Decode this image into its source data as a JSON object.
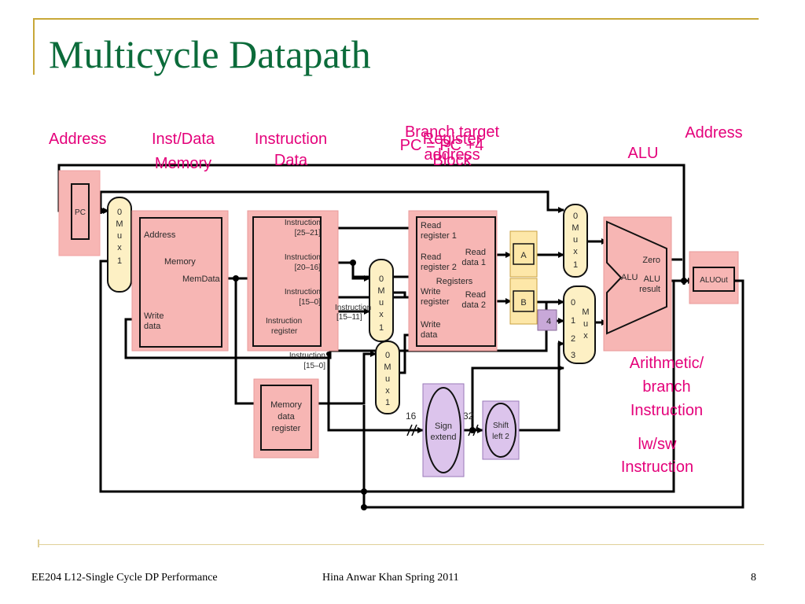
{
  "slide": {
    "title": "Multicycle Datapath",
    "footer_left": "EE204 L12-Single Cycle DP Performance",
    "footer_center": "Hina Anwar Khan Spring 2011",
    "page_number": "8"
  },
  "annotations": {
    "address_left": "Address",
    "inst_data_line1": "Inst/Data",
    "inst_data_line2": "Memory",
    "instruction_line1": "Instruction",
    "instruction_line2": "Data",
    "branch_target_line1": "Branch target",
    "branch_target_line2": "address",
    "pc_plus_4": "PC = PC +4",
    "register_block_line1": "Register",
    "register_block_line2": "Block",
    "address_right": "Address",
    "alu": "ALU",
    "arith_line1": "Arithmetic/",
    "arith_line2": "branch",
    "arith_line3": "Instruction",
    "lwsw_line1": "lw/sw",
    "lwsw_line2": "Instruction"
  },
  "components": {
    "pc": "PC",
    "mux": [
      "0",
      "M",
      "u",
      "x",
      "1"
    ],
    "mux4": [
      "0",
      "1",
      "2",
      "3"
    ],
    "mux4_letters": [
      "M",
      "u",
      "x"
    ],
    "memory": {
      "address": "Address",
      "name": "Memory",
      "memdata": "MemData",
      "write_line1": "Write",
      "write_line2": "data"
    },
    "ir": {
      "f1": "Instruction",
      "f1b": "[25–21]",
      "f2": "Instruction",
      "f2b": "[20–16]",
      "f3": "Instruction",
      "f3b": "[15–0]",
      "name_line1": "Instruction",
      "name_line2": "register"
    },
    "ir_tap1": "Instruction",
    "ir_tap1b": "[15–11]",
    "ir_tap2": "Instruction",
    "ir_tap2b": "[15–0]",
    "mdr": {
      "line1": "Memory",
      "line2": "data",
      "line3": "register"
    },
    "regs": {
      "rr1a": "Read",
      "rr1b": "register 1",
      "rr2a": "Read",
      "rr2b": "register 2",
      "wra": "Write",
      "wrb": "register",
      "wda": "Write",
      "wdb": "data",
      "rd1a": "Read",
      "rd1b": "data 1",
      "rd2a": "Read",
      "rd2b": "data 2",
      "name": "Registers"
    },
    "a": "A",
    "b": "B",
    "four": "4",
    "alu": {
      "zero": "Zero",
      "alu": "ALU",
      "result_line1": "ALU",
      "result_line2": "result"
    },
    "aluout": "ALUOut",
    "sign": {
      "line1": "Sign",
      "line2": "extend"
    },
    "shift": {
      "line1": "Shift",
      "line2": "left 2"
    },
    "bits16": "16",
    "bits32": "32"
  }
}
